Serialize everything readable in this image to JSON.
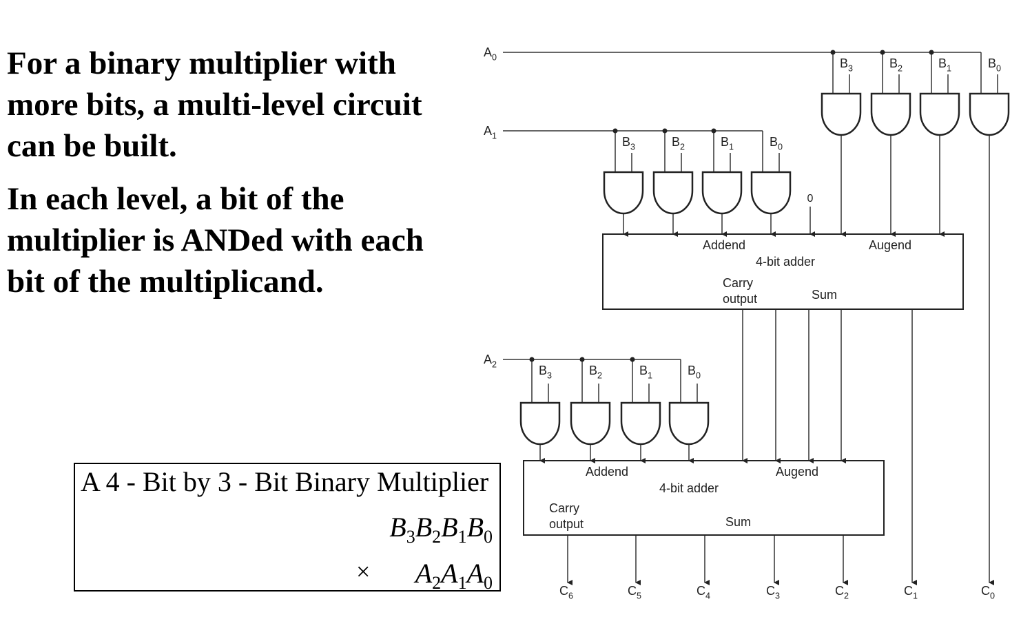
{
  "text": {
    "para1": "For a binary multiplier with more bits, a multi-level circuit can be built.",
    "para2": "In each level, a bit of the multiplier is ANDed with each bit of the multiplicand."
  },
  "multiplication_box": {
    "title": "A 4 - Bit by 3 - Bit Binary Multiplier",
    "multiplicand": [
      "B",
      "3",
      "B",
      "2",
      "B",
      "1",
      "B",
      "0"
    ],
    "times_symbol": "×",
    "multiplier": [
      "A",
      "2",
      "A",
      "1",
      "A",
      "0"
    ]
  },
  "circuit": {
    "inputs": [
      {
        "label": "A",
        "sub": "0"
      },
      {
        "label": "A",
        "sub": "1"
      },
      {
        "label": "A",
        "sub": "2"
      }
    ],
    "b_labels": [
      {
        "label": "B",
        "sub": "3"
      },
      {
        "label": "B",
        "sub": "2"
      },
      {
        "label": "B",
        "sub": "1"
      },
      {
        "label": "B",
        "sub": "0"
      }
    ],
    "zero_label": "0",
    "adders": [
      {
        "addend": "Addend",
        "augend": "Augend",
        "name": "4-bit adder",
        "carry1": "Carry",
        "carry2": "output",
        "sum": "Sum"
      },
      {
        "addend": "Addend",
        "augend": "Augend",
        "name": "4-bit adder",
        "carry1": "Carry",
        "carry2": "output",
        "sum": "Sum"
      }
    ],
    "outputs": [
      {
        "label": "C",
        "sub": "6"
      },
      {
        "label": "C",
        "sub": "5"
      },
      {
        "label": "C",
        "sub": "4"
      },
      {
        "label": "C",
        "sub": "3"
      },
      {
        "label": "C",
        "sub": "2"
      },
      {
        "label": "C",
        "sub": "1"
      },
      {
        "label": "C",
        "sub": "0"
      }
    ]
  },
  "colors": {
    "line": "#333333",
    "text": "#000000"
  }
}
